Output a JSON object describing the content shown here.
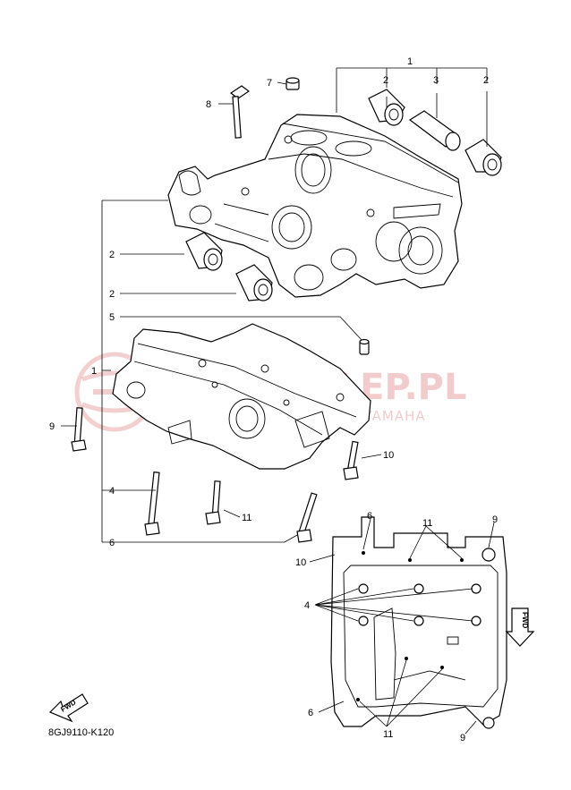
{
  "diagram": {
    "drawing_code": "8GJ9110-K120",
    "fwd_label": "FWD",
    "watermark": {
      "brand": "YAMASKLEP.PL",
      "tagline": "AUTORYZOWANY DEALER YAMAHA"
    },
    "callouts": {
      "c1_top": "1",
      "c2_top_left": "2",
      "c3_top": "3",
      "c2_top_right": "2",
      "c7": "7",
      "c8": "8",
      "c2_left_a": "2",
      "c2_left_b": "2",
      "c5": "5",
      "c1_left": "1",
      "c9_left": "9",
      "c10_right": "10",
      "c4_left": "4",
      "c11_mid": "11",
      "c6_left": "6",
      "d6_top": "6",
      "d11_top": "11",
      "d9_top": "9",
      "d10": "10",
      "d4": "4",
      "d6_bottom": "6",
      "d11_bottom": "11",
      "d9_bottom": "9"
    }
  }
}
